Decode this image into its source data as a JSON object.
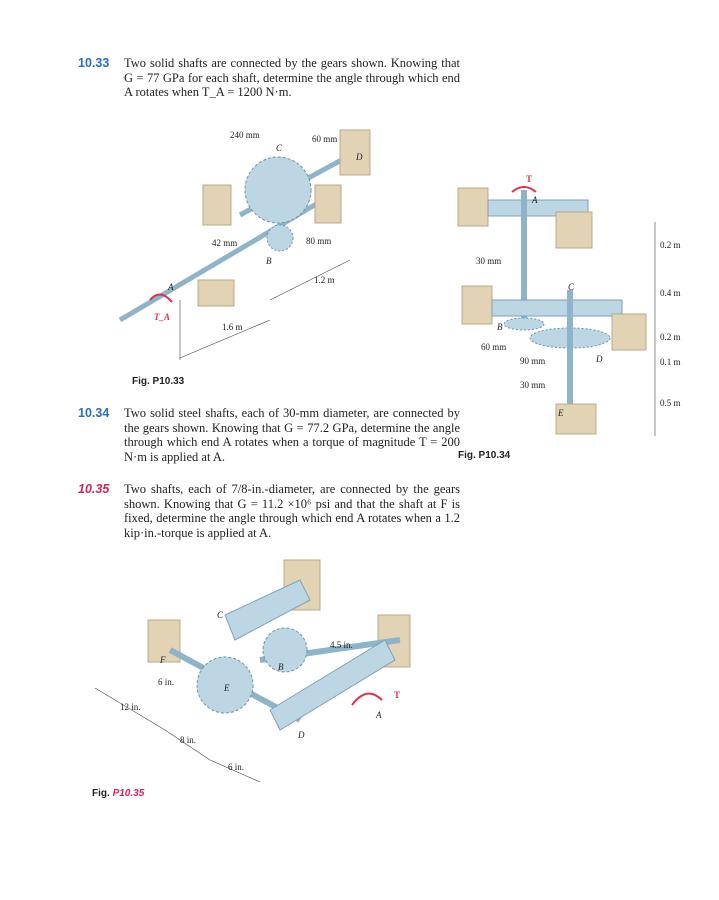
{
  "problems": [
    {
      "number": "10.33",
      "text": "Two solid shafts are connected by the gears shown. Knowing that G = 77 GPa for each shaft, determine the angle through which end A rotates when T_A = 1200 N·m."
    },
    {
      "number": "10.34",
      "text": "Two solid steel shafts, each of 30-mm diameter, are connected by the gears shown. Knowing that G = 77.2 GPa, determine the angle through which end A rotates when a torque of magnitude T = 200 N·m is applied at A."
    },
    {
      "number": "10.35",
      "text": "Two shafts, each of 7/8-in.-diameter, are connected by the gears shown. Knowing that G = 11.2 ×10⁶ psi and that the shaft at F is fixed, determine the angle through which end A rotates when a 1.2 kip·in.-torque is applied at A."
    }
  ],
  "fig33": {
    "caption": "Fig. P10.33",
    "labels": [
      "240 mm",
      "C",
      "60 mm",
      "D",
      "42 mm",
      "80 mm",
      "B",
      "1.2 m",
      "A",
      "T_A",
      "1.6 m"
    ]
  },
  "fig34": {
    "caption": "Fig. P10.34",
    "labels": [
      "T",
      "A",
      "0.2 m",
      "30 mm",
      "0.4 m",
      "C",
      "B",
      "60 mm",
      "0.2 m",
      "90 mm",
      "D",
      "0.1 m",
      "30 mm",
      "0.5 m",
      "E"
    ]
  },
  "fig35": {
    "caption_prefix": "Fig. ",
    "caption_num": "P10.35",
    "labels": [
      "C",
      "4.5 in.",
      "F",
      "B",
      "6 in.",
      "E",
      "T",
      "A",
      "12 in.",
      "D",
      "8 in.",
      "6 in."
    ]
  }
}
